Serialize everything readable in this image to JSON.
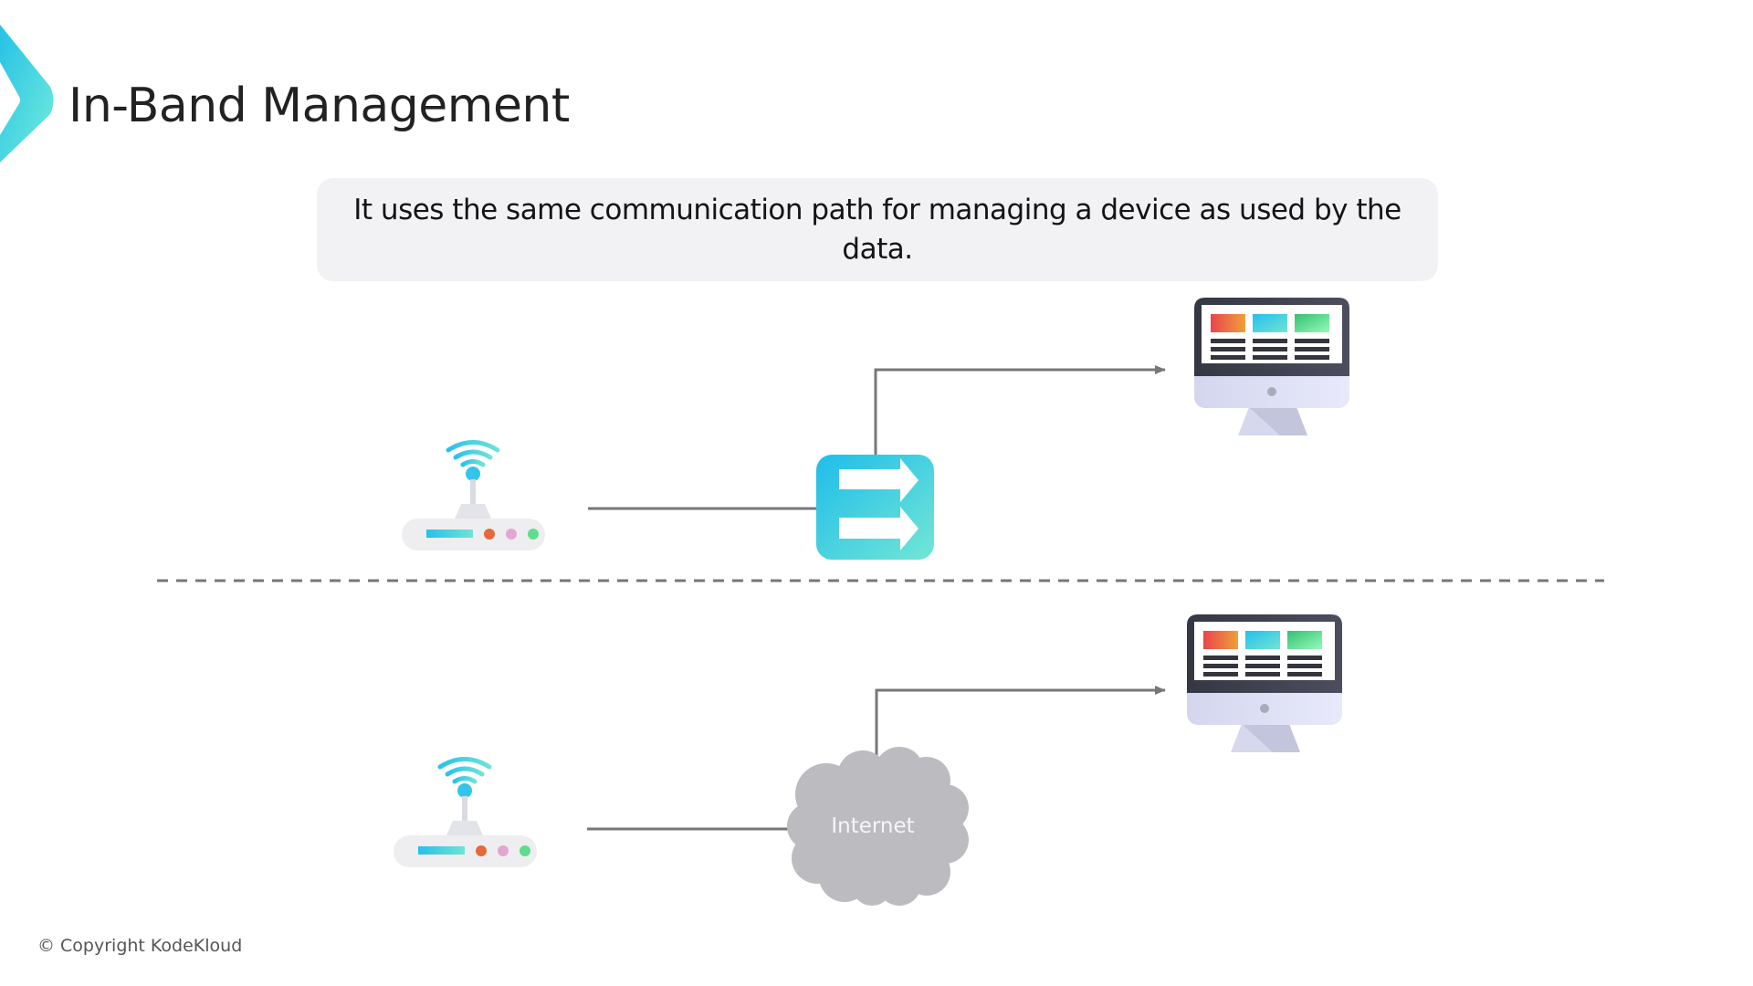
{
  "slide": {
    "title": "In-Band Management",
    "description": "It uses the same communication path for managing a device as used by the data.",
    "footer": "© Copyright KodeKloud",
    "accent_color": "#2ec7e6",
    "accent_color_end": "#6ee9d9"
  },
  "diagram": {
    "top_row": {
      "nodes": [
        {
          "id": "router",
          "type": "router-icon"
        },
        {
          "id": "switch",
          "type": "switch-icon"
        },
        {
          "id": "workstation",
          "type": "monitor-icon"
        }
      ],
      "links": [
        {
          "from": "router",
          "to": "switch",
          "arrow": false
        },
        {
          "from": "switch",
          "to": "workstation",
          "arrow": true
        }
      ]
    },
    "bottom_row": {
      "nodes": [
        {
          "id": "router",
          "type": "router-icon"
        },
        {
          "id": "internet",
          "type": "cloud-icon",
          "label": "Internet"
        },
        {
          "id": "workstation",
          "type": "monitor-icon"
        }
      ],
      "links": [
        {
          "from": "router",
          "to": "internet",
          "arrow": false
        },
        {
          "from": "internet",
          "to": "workstation",
          "arrow": true
        }
      ]
    },
    "separator": "dashed-line",
    "colors": {
      "line": "#777777",
      "cloud": "#bcbbbf",
      "switch_start": "#22c0ea",
      "switch_end": "#6fe3d6",
      "monitor_bezel": "#3b3d49",
      "monitor_chin": "#dfe1f3",
      "tile_red": "#e94b4b",
      "tile_orange": "#ee9a3a",
      "tile_blue": "#27c3ec",
      "tile_teal": "#6ee0d6",
      "tile_green": "#3fc77d",
      "tile_lightgreen": "#8ef7b3",
      "led_orange": "#e46a3a",
      "led_pink": "#e3a7cf",
      "led_green": "#5fdc8c"
    }
  }
}
